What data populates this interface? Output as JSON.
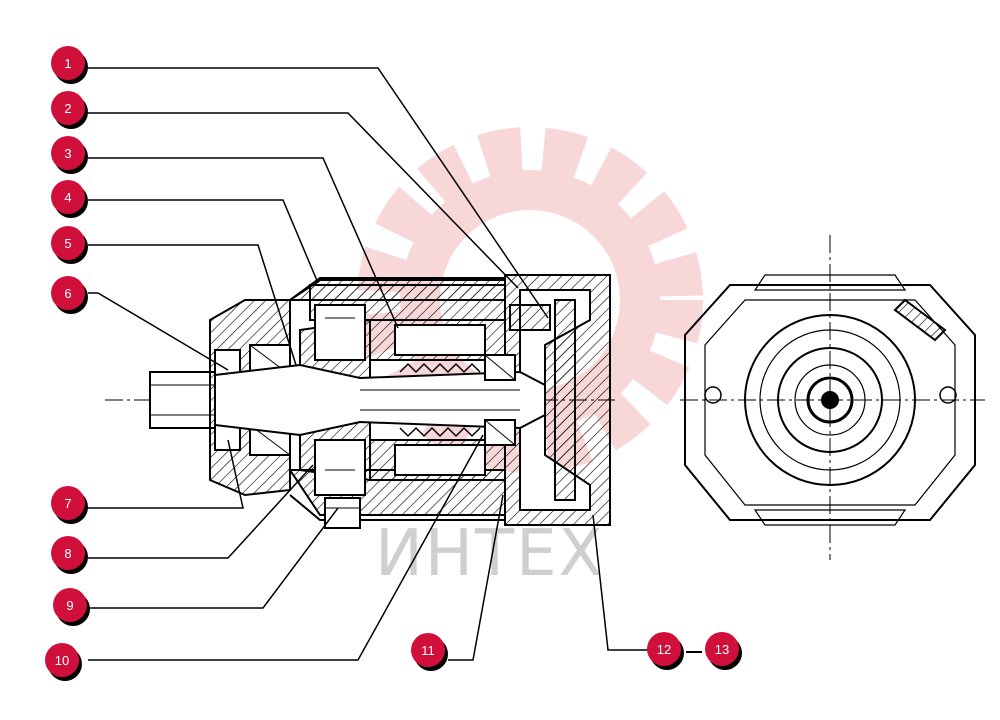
{
  "watermark": {
    "text": "ИНТЕХ",
    "color": "#f2b8b8"
  },
  "colors": {
    "badge": "#d0103a",
    "line": "#000000"
  },
  "callouts": [
    {
      "label": "1"
    },
    {
      "label": "2"
    },
    {
      "label": "3"
    },
    {
      "label": "4"
    },
    {
      "label": "5"
    },
    {
      "label": "6"
    },
    {
      "label": "7"
    },
    {
      "label": "8"
    },
    {
      "label": "9"
    },
    {
      "label": "10"
    },
    {
      "label": "11"
    },
    {
      "label": "12"
    },
    {
      "label": "13"
    }
  ]
}
